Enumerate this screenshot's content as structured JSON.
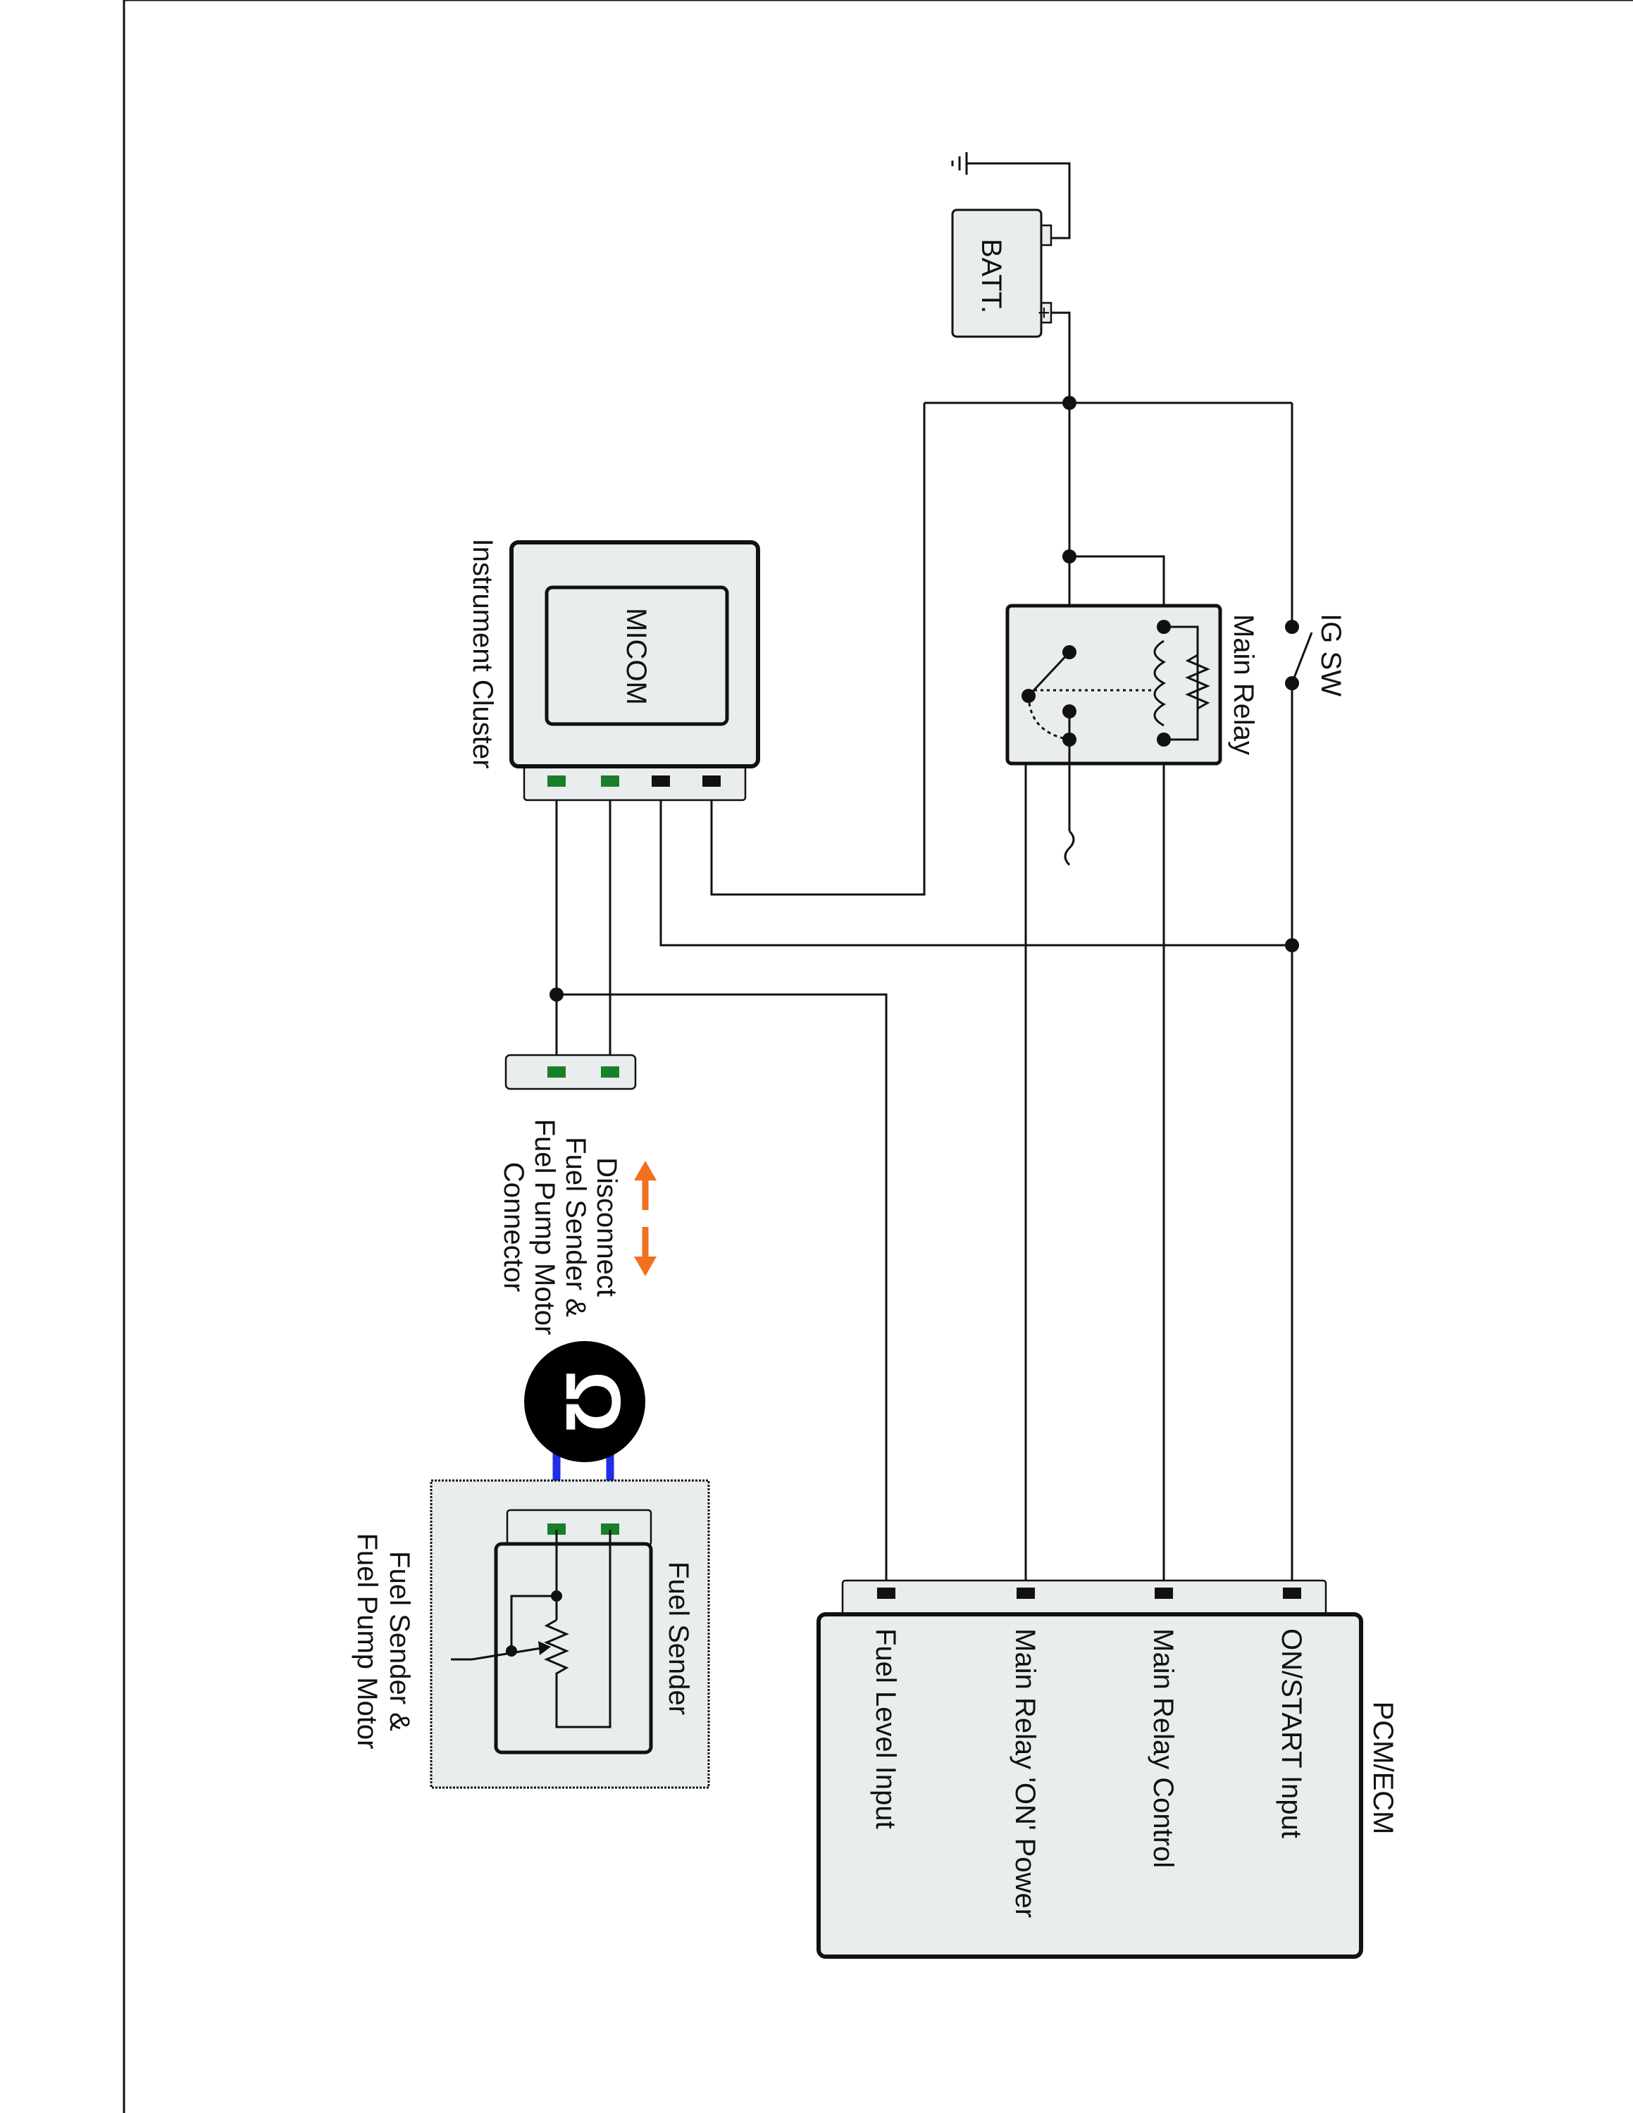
{
  "labels": {
    "battery": "BATT.",
    "battery_minus": "-",
    "battery_plus": "+",
    "ig_switch": "IG SW",
    "main_relay": "Main Relay",
    "micom": "MICOM",
    "instrument_cluster": "Instrument Cluster",
    "connector_line1": "Disconnect",
    "connector_line2": "Fuel Sender &",
    "connector_line3": "Fuel Pump Motor",
    "connector_line4": "Connector",
    "ohm_symbol": "Ω",
    "fuel_sender": "Fuel Sender",
    "fuel_sender_motor_line1": "Fuel Sender &",
    "fuel_sender_motor_line2": "Fuel Pump Motor",
    "pcm": "PCM/ECM",
    "pin_on_start": "ON/START Input",
    "pin_main_relay_control": "Main Relay Control",
    "pin_main_relay_on_power": "Main Relay 'ON' Power",
    "pin_fuel_level": "Fuel Level Input"
  },
  "colors": {
    "wire": "#111111",
    "component_fill": "#e9eded",
    "pin_green": "#1a7f2a",
    "pin_black": "#111111",
    "harness_blue": "#1f2ee8",
    "arrow_orange": "#f07020",
    "meter_black": "#000000"
  }
}
